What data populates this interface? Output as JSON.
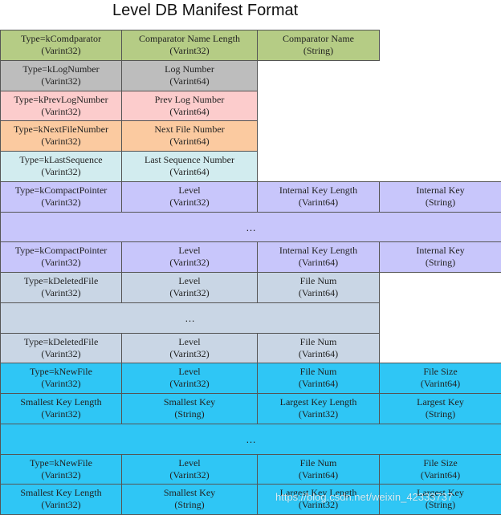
{
  "title": "Level DB Manifest Format",
  "colors": {
    "green": "#b5cc85",
    "gray": "#bdbdbd",
    "pink": "#fccccc",
    "orange": "#fbcaa0",
    "light_cyan": "#d2ecef",
    "lavender": "#c8c6fb",
    "steel": "#c9d6e5",
    "blue": "#2fc6f5"
  },
  "rows": [
    {
      "color": "green",
      "cells": [
        [
          "Type=kComdparator",
          "(Varint32)"
        ],
        [
          "Comparator Name Length",
          "(Varint32)"
        ],
        [
          "Comparator Name",
          "(String)"
        ]
      ]
    },
    {
      "color": "gray",
      "cells": [
        [
          "Type=kLogNumber",
          "(Varint32)"
        ],
        [
          "Log Number",
          "(Varint64)"
        ]
      ]
    },
    {
      "color": "pink",
      "cells": [
        [
          "Type=kPrevLogNumber",
          "(Varint32)"
        ],
        [
          "Prev Log Number",
          "(Varint64)"
        ]
      ]
    },
    {
      "color": "orange",
      "cells": [
        [
          "Type=kNextFileNumber",
          "(Varint32)"
        ],
        [
          "Next File Number",
          "(Varint64)"
        ]
      ]
    },
    {
      "color": "light_cyan",
      "cells": [
        [
          "Type=kLastSequence",
          "(Varint32)"
        ],
        [
          "Last Sequence Number",
          "(Varint64)"
        ]
      ]
    },
    {
      "color": "lavender",
      "cells": [
        [
          "Type=kCompactPointer",
          "(Varint32)"
        ],
        [
          "Level",
          "(Varint32)"
        ],
        [
          "Internal Key Length",
          "(Varint64)"
        ],
        [
          "Internal Key",
          "(String)"
        ]
      ]
    },
    {
      "color": "lavender",
      "span": 4,
      "ellipsis": "…"
    },
    {
      "color": "lavender",
      "cells": [
        [
          "Type=kCompactPointer",
          "(Varint32)"
        ],
        [
          "Level",
          "(Varint32)"
        ],
        [
          "Internal Key Length",
          "(Varint64)"
        ],
        [
          "Internal Key",
          "(String)"
        ]
      ]
    },
    {
      "color": "steel",
      "cells": [
        [
          "Type=kDeletedFile",
          "(Varint32)"
        ],
        [
          "Level",
          "(Varint32)"
        ],
        [
          "File Num",
          "(Varint64)"
        ]
      ]
    },
    {
      "color": "steel",
      "span": 3,
      "ellipsis": "…"
    },
    {
      "color": "steel",
      "cells": [
        [
          "Type=kDeletedFile",
          "(Varint32)"
        ],
        [
          "Level",
          "(Varint32)"
        ],
        [
          "File Num",
          "(Varint64)"
        ]
      ]
    },
    {
      "color": "blue",
      "cells": [
        [
          "Type=kNewFile",
          "(Varint32)"
        ],
        [
          "Level",
          "(Varint32)"
        ],
        [
          "File Num",
          "(Varint64)"
        ],
        [
          "File Size",
          "(Varint64)"
        ]
      ]
    },
    {
      "color": "blue",
      "cells": [
        [
          "Smallest Key Length",
          "(Varint32)"
        ],
        [
          "Smallest Key",
          "(String)"
        ],
        [
          "Largest Key Length",
          "(Varint32)"
        ],
        [
          "Largest Key",
          "(String)"
        ]
      ]
    },
    {
      "color": "blue",
      "span": 4,
      "ellipsis": "…"
    },
    {
      "color": "blue",
      "cells": [
        [
          "Type=kNewFile",
          "(Varint32)"
        ],
        [
          "Level",
          "(Varint32)"
        ],
        [
          "File Num",
          "(Varint64)"
        ],
        [
          "File Size",
          "(Varint64)"
        ]
      ]
    },
    {
      "color": "blue",
      "cells": [
        [
          "Smallest Key Length",
          "(Varint32)"
        ],
        [
          "Smallest Key",
          "(String)"
        ],
        [
          "Largest Key Length",
          "(Varint32)"
        ],
        [
          "Largest Key",
          "(String)"
        ]
      ]
    }
  ],
  "watermark": "https://blog.csdn.net/weixin_42333737"
}
